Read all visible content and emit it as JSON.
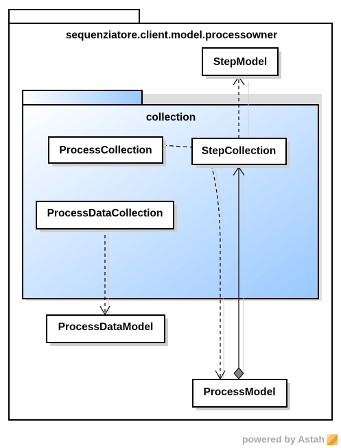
{
  "diagram": {
    "outer_package": {
      "name": "sequenziatore.client.model.processowner"
    },
    "inner_package": {
      "name": "collection"
    },
    "classes": {
      "step_model": "StepModel",
      "process_collection": "ProcessCollection",
      "step_collection": "StepCollection",
      "process_data_collection": "ProcessDataCollection",
      "process_data_model": "ProcessDataModel",
      "process_model": "ProcessModel"
    },
    "relationships": [
      {
        "from": "StepCollection",
        "to": "StepModel",
        "kind": "dependency"
      },
      {
        "from": "ProcessCollection",
        "to": "StepCollection",
        "kind": "dependency"
      },
      {
        "from": "StepCollection",
        "to": "ProcessModel",
        "kind": "dependency"
      },
      {
        "from": "ProcessModel",
        "to": "StepCollection",
        "kind": "composition"
      },
      {
        "from": "ProcessDataCollection",
        "to": "ProcessDataModel",
        "kind": "dependency"
      }
    ],
    "colors": {
      "inner_package_gradient_start": "#ffffff",
      "inner_package_gradient_end": "#99c8ff",
      "class_fill": "#ffffff",
      "stroke": "#000000",
      "shadow": "#cfcfcf",
      "footer": "#a8a8a8",
      "logo_accent": "#f0a020"
    }
  },
  "footer": {
    "text": "powered by Astah"
  }
}
